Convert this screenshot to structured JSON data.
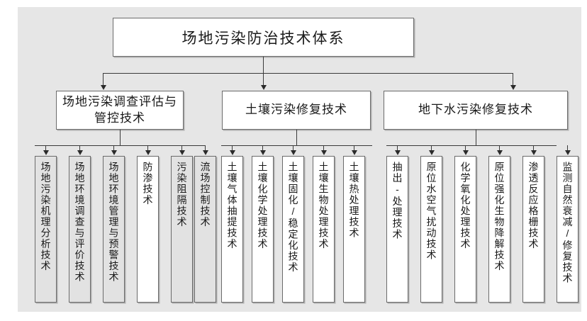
{
  "diagram": {
    "title": "场地污染防治技术体系",
    "type": "organizational-tree",
    "root": {
      "label": "场地污染防治技术体系"
    },
    "groups": [
      {
        "label": "场地污染调查评估与管控技术",
        "leaves": [
          {
            "label": "场地污染机理分析技术",
            "filled": true
          },
          {
            "label": "场地环境调查与评价技术",
            "filled": true
          },
          {
            "label": "场地环境管理与预警技术",
            "filled": true
          },
          {
            "label": "防渗技术",
            "filled": false
          },
          {
            "label": "污染阻隔技术",
            "filled": true
          },
          {
            "label": "流场控制技术",
            "filled": true
          }
        ]
      },
      {
        "label": "土壤污染修复技术",
        "leaves": [
          {
            "label": "土壤气体抽提技术",
            "filled": false
          },
          {
            "label": "土壤化学处理技术",
            "filled": false
          },
          {
            "label": "土壤固化/稳定化技术",
            "filled": false
          },
          {
            "label": "土壤生物处理技术",
            "filled": false
          },
          {
            "label": "土壤热处理技术",
            "filled": false
          }
        ]
      },
      {
        "label": "地下水污染修复技术",
        "leaves": [
          {
            "label": "抽出-处理技术",
            "filled": false
          },
          {
            "label": "原位水空气扰动技术",
            "filled": false
          },
          {
            "label": "化学氧化处理技术",
            "filled": false
          },
          {
            "label": "原位强化生物降解技术",
            "filled": false
          },
          {
            "label": "渗透反应格栅技术",
            "filled": false
          },
          {
            "label": "监测自然衰减/修复技术",
            "filled": false
          }
        ]
      }
    ],
    "colors": {
      "canvas_background": "#e6e6e6",
      "box_border": "#6b6b6b",
      "box_fill_white": "#ffffff",
      "box_fill_gray": "#e2e2e2",
      "connector": "#3a3a3a",
      "text": "#1a1a1a"
    }
  }
}
